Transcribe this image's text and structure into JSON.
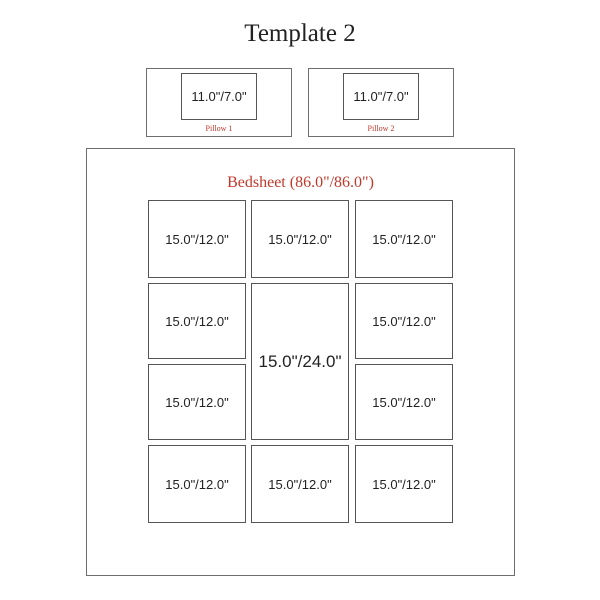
{
  "title": "Template 2",
  "accent_color": "#c0392b",
  "pillows": [
    {
      "photo": "11.0\"/7.0\"",
      "label": "Pillow 1"
    },
    {
      "photo": "11.0\"/7.0\"",
      "label": "Pillow 2"
    }
  ],
  "bedsheet": {
    "label": "Bedsheet (86.0\"/86.0\")",
    "photos": [
      "15.0\"/12.0\"",
      "15.0\"/12.0\"",
      "15.0\"/12.0\"",
      "15.0\"/12.0\"",
      "15.0\"/24.0\"",
      "15.0\"/12.0\"",
      "15.0\"/12.0\"",
      "15.0\"/12.0\"",
      "15.0\"/12.0\"",
      "15.0\"/12.0\"",
      "15.0\"/12.0\""
    ]
  }
}
